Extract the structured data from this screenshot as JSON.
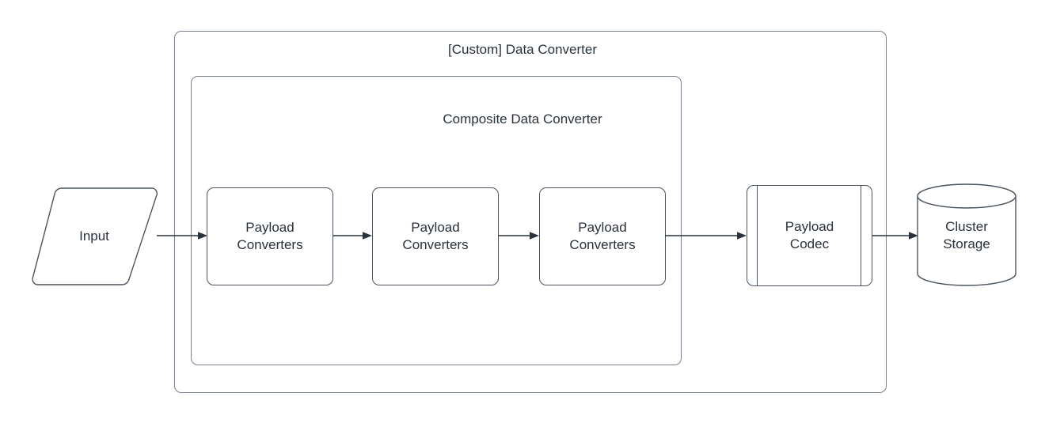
{
  "diagram": {
    "type": "flowchart",
    "title": "[Custom] Data Converter",
    "background_color": "#ffffff",
    "stroke_color": "#4b545e",
    "container_stroke_color": "#78828c",
    "text_color": "#2a323c"
  },
  "containers": [
    {
      "id": "custom-data-converter",
      "label": "[Custom] Data Converter",
      "shape": "rounded-rectangle"
    },
    {
      "id": "composite-data-converter",
      "label": "Composite Data Converter",
      "shape": "rounded-rectangle"
    }
  ],
  "nodes": [
    {
      "id": "input",
      "label": "Input",
      "shape": "parallelogram"
    },
    {
      "id": "payload-converters-1",
      "label": "Payload\nConverters",
      "shape": "rounded-rectangle"
    },
    {
      "id": "payload-converters-2",
      "label": "Payload\nConverters",
      "shape": "rounded-rectangle"
    },
    {
      "id": "payload-converters-3",
      "label": "Payload\nConverters",
      "shape": "rounded-rectangle"
    },
    {
      "id": "payload-codec",
      "label": "Payload\nCodec",
      "shape": "process"
    },
    {
      "id": "cluster-storage",
      "label": "Cluster\nStorage",
      "shape": "cylinder"
    }
  ],
  "edges": [
    {
      "id": "edge-input-to-converter-1",
      "from": "input",
      "to": "payload-converters-1",
      "arrowhead": "filled-triangle"
    },
    {
      "id": "edge-converter-1-to-2",
      "from": "payload-converters-1",
      "to": "payload-converters-2",
      "arrowhead": "filled-triangle"
    },
    {
      "id": "edge-converter-2-to-3",
      "from": "payload-converters-2",
      "to": "payload-converters-3",
      "arrowhead": "filled-triangle"
    },
    {
      "id": "edge-converter-3-to-codec",
      "from": "payload-converters-3",
      "to": "payload-codec",
      "arrowhead": "filled-triangle"
    },
    {
      "id": "edge-codec-to-storage",
      "from": "payload-codec",
      "to": "cluster-storage",
      "arrowhead": "filled-triangle"
    }
  ]
}
